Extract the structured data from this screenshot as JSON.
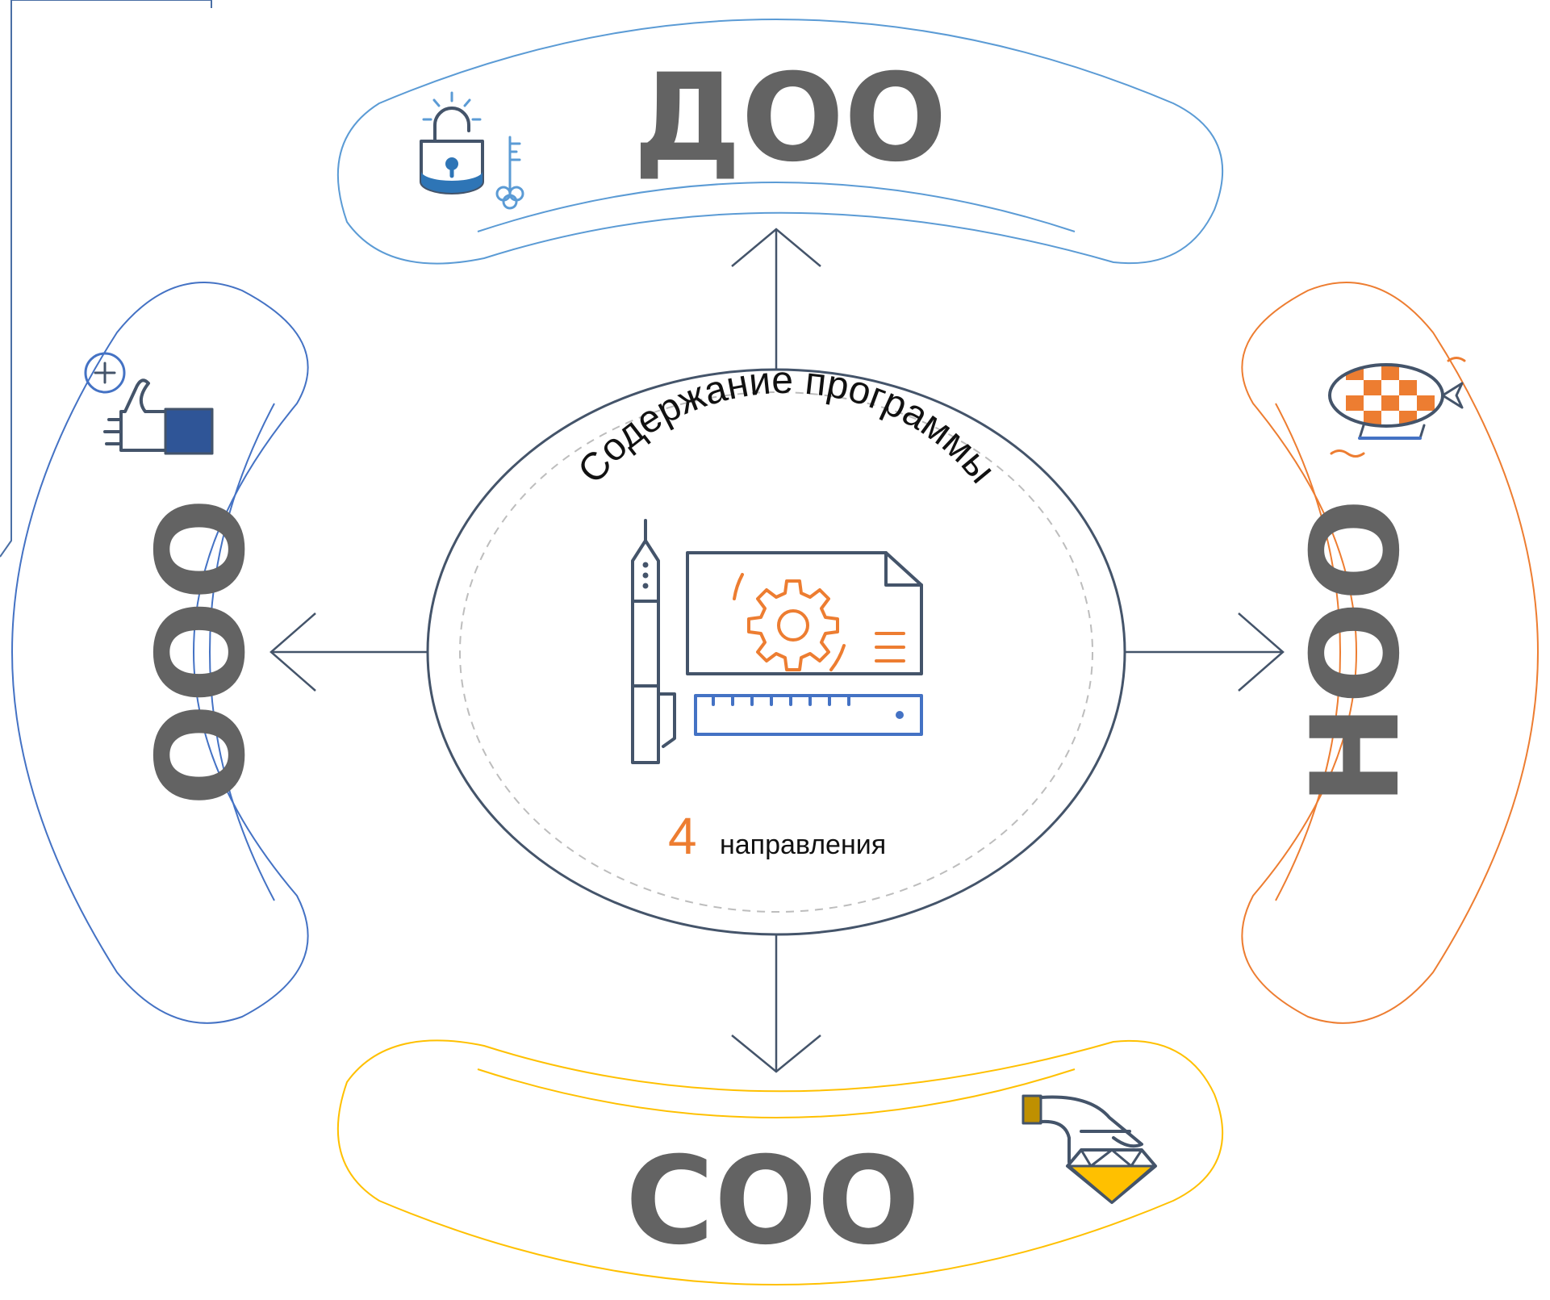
{
  "center": {
    "title": "Содержание программы",
    "count": "4",
    "count_label": "направления"
  },
  "blocks": {
    "top": {
      "label": "ДОО",
      "icon": "lock-key-icon",
      "color": "#5b9bd5"
    },
    "right": {
      "label": "НОО",
      "icon": "airship-icon",
      "color": "#ed7d31"
    },
    "bottom": {
      "label": "СОО",
      "icon": "diamond-hand-icon",
      "color": "#ffc000"
    },
    "left": {
      "label": "ООО",
      "icon": "thumbs-up-icon",
      "color": "#4472c4"
    }
  },
  "colors": {
    "center_ring": "#44546a",
    "arrow": "#44546a",
    "accent_orange": "#ed7d31",
    "accent_blue": "#4472c4",
    "label_gray": "#636363"
  }
}
